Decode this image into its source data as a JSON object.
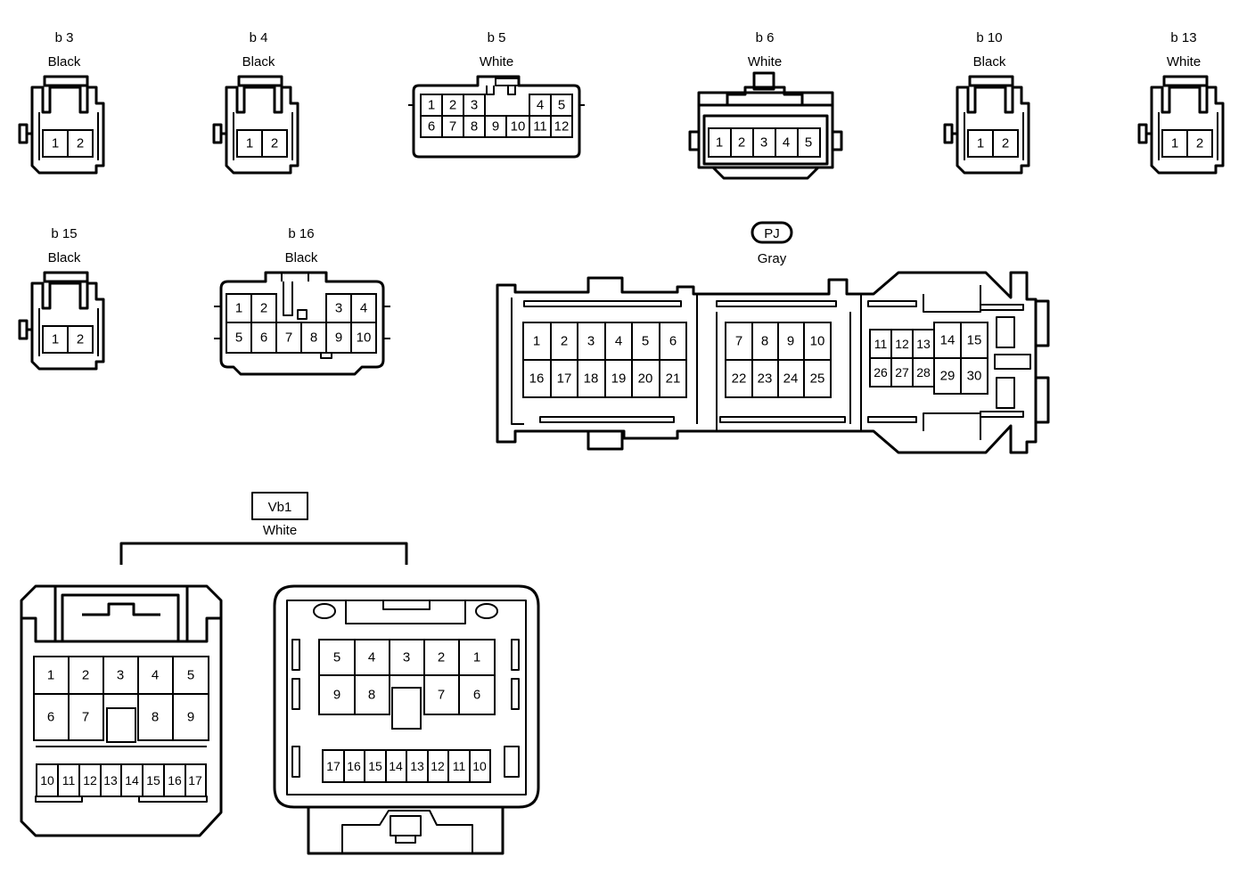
{
  "connectors": {
    "b3": {
      "code": "b 3",
      "color": "Black",
      "pins": [
        "1",
        "2"
      ]
    },
    "b4": {
      "code": "b 4",
      "color": "Black",
      "pins": [
        "1",
        "2"
      ]
    },
    "b5": {
      "code": "b 5",
      "color": "White",
      "top_pins": [
        "1",
        "2",
        "3",
        "4",
        "5"
      ],
      "bottom_pins": [
        "6",
        "7",
        "8",
        "9",
        "10",
        "11",
        "12"
      ]
    },
    "b6": {
      "code": "b 6",
      "color": "White",
      "pins": [
        "1",
        "2",
        "3",
        "4",
        "5"
      ]
    },
    "b10": {
      "code": "b 10",
      "color": "Black",
      "pins": [
        "1",
        "2"
      ]
    },
    "b13": {
      "code": "b 13",
      "color": "White",
      "pins": [
        "1",
        "2"
      ]
    },
    "b15": {
      "code": "b 15",
      "color": "Black",
      "pins": [
        "1",
        "2"
      ]
    },
    "b16": {
      "code": "b 16",
      "color": "Black",
      "top_pins": [
        "1",
        "2",
        "3",
        "4"
      ],
      "bottom_pins": [
        "5",
        "6",
        "7",
        "8",
        "9",
        "10"
      ]
    },
    "PJ": {
      "code": "PJ",
      "color": "Gray",
      "block_a_top": [
        "1",
        "2",
        "3",
        "4",
        "5",
        "6"
      ],
      "block_a_bottom": [
        "16",
        "17",
        "18",
        "19",
        "20",
        "21"
      ],
      "block_b_top": [
        "7",
        "8",
        "9",
        "10"
      ],
      "block_b_bottom": [
        "22",
        "23",
        "24",
        "25"
      ],
      "block_c_small_top": [
        "11",
        "12",
        "13"
      ],
      "block_c_small_bottom": [
        "26",
        "27",
        "28"
      ],
      "block_c_large_top": [
        "14",
        "15"
      ],
      "block_c_large_bottom": [
        "29",
        "30"
      ]
    },
    "Vb1": {
      "code": "Vb1",
      "color": "White",
      "left_row1": [
        "1",
        "2",
        "3",
        "4",
        "5"
      ],
      "left_row2": [
        "6",
        "7",
        "8",
        "9"
      ],
      "left_row3": [
        "10",
        "11",
        "12",
        "13",
        "14",
        "15",
        "16",
        "17"
      ],
      "right_row1": [
        "5",
        "4",
        "3",
        "2",
        "1"
      ],
      "right_row2": [
        "9",
        "8",
        "7",
        "6"
      ],
      "right_row3": [
        "17",
        "16",
        "15",
        "14",
        "13",
        "12",
        "11",
        "10"
      ]
    }
  }
}
